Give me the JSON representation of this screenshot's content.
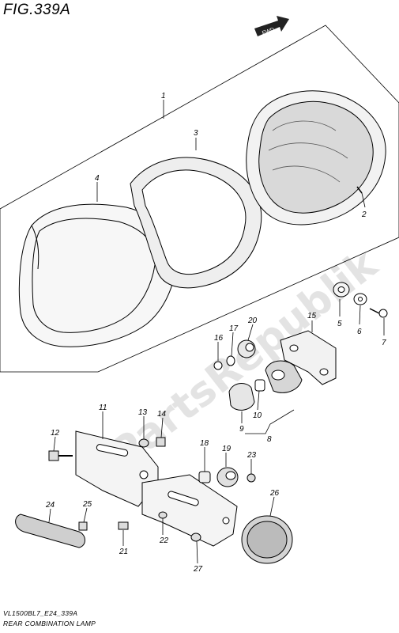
{
  "figure": {
    "title": "FIG.339A",
    "model_code": "VL1500BL7_E24_339A",
    "caption": "REAR COMBINATION LAMP",
    "fwd_label": "FWD",
    "watermark": "PartsRepublik"
  },
  "callouts": [
    {
      "id": "1",
      "label": "1"
    },
    {
      "id": "2",
      "label": "2"
    },
    {
      "id": "3",
      "label": "3"
    },
    {
      "id": "4",
      "label": "4"
    },
    {
      "id": "5",
      "label": "5"
    },
    {
      "id": "6",
      "label": "6"
    },
    {
      "id": "7",
      "label": "7"
    },
    {
      "id": "8",
      "label": "8"
    },
    {
      "id": "9",
      "label": "9"
    },
    {
      "id": "10",
      "label": "10"
    },
    {
      "id": "11",
      "label": "11"
    },
    {
      "id": "12",
      "label": "12"
    },
    {
      "id": "13",
      "label": "13"
    },
    {
      "id": "14",
      "label": "14"
    },
    {
      "id": "15",
      "label": "15"
    },
    {
      "id": "16",
      "label": "16"
    },
    {
      "id": "17",
      "label": "17"
    },
    {
      "id": "18",
      "label": "18"
    },
    {
      "id": "19",
      "label": "19"
    },
    {
      "id": "20",
      "label": "20"
    },
    {
      "id": "21",
      "label": "21"
    },
    {
      "id": "22",
      "label": "22"
    },
    {
      "id": "23",
      "label": "23"
    },
    {
      "id": "24",
      "label": "24"
    },
    {
      "id": "25",
      "label": "25"
    },
    {
      "id": "26",
      "label": "26"
    },
    {
      "id": "27",
      "label": "27"
    }
  ]
}
